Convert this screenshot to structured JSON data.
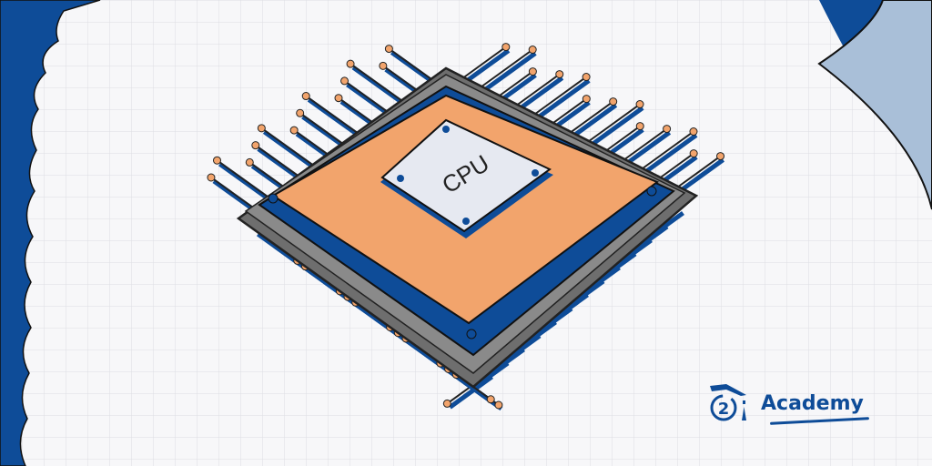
{
  "chip": {
    "label": "CPU"
  },
  "logo": {
    "number": "2",
    "text": "Academy"
  },
  "colors": {
    "blue": "#0e4c98",
    "orange": "#f2a46c",
    "grey": "#6e6e6e",
    "chipFace": "#e6e9f1",
    "paper": "#f7f7f9",
    "grid": "#dcdde2",
    "curl": "#a9bfd8"
  }
}
